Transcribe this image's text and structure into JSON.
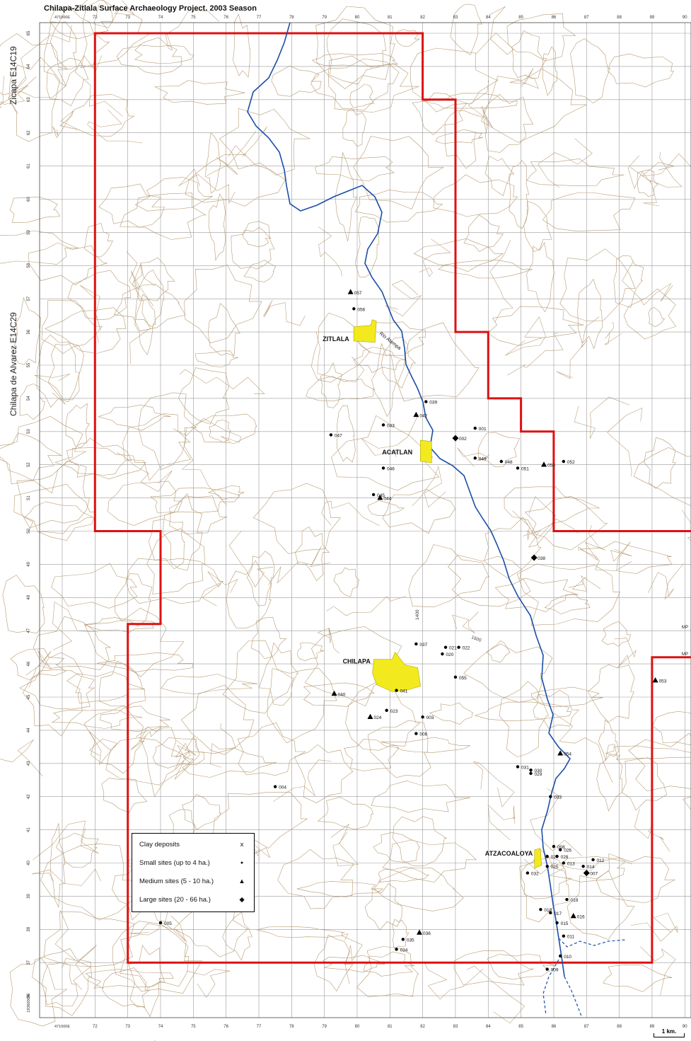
{
  "title": "Chilapa-Zitlala Surface Archaeology Project. 2003 Season",
  "side_labels": {
    "upper": "Zicapa E14C19",
    "lower": "Chilapa de Alvarez E14C29"
  },
  "grid": {
    "easting_labels": [
      "71",
      "72",
      "73",
      "74",
      "75",
      "76",
      "77",
      "78",
      "79",
      "80",
      "81",
      "82",
      "83",
      "84",
      "85",
      "86",
      "87",
      "88",
      "89",
      "90"
    ],
    "easting_prefix_label": "471000E",
    "northing_labels": [
      "65",
      "64",
      "63",
      "62",
      "61",
      "60",
      "59",
      "58",
      "57",
      "56",
      "55",
      "54",
      "53",
      "52",
      "51",
      "50",
      "49",
      "48",
      "47",
      "46",
      "45",
      "44",
      "43",
      "42",
      "41",
      "40",
      "39",
      "38",
      "37",
      "36"
    ],
    "northing_prefix_label": "1936000N"
  },
  "towns": [
    {
      "name": "ZITLALA",
      "e": 80.2,
      "n": 55.9
    },
    {
      "name": "ACATLAN",
      "e": 82.1,
      "n": 52.4
    },
    {
      "name": "CHILAPA",
      "e": 81.2,
      "n": 45.5
    },
    {
      "name": "ATZACOALOYA",
      "e": 85.5,
      "n": 40.1
    }
  ],
  "river": {
    "name": "Río Atempa"
  },
  "contour_labels": [
    "1400",
    "1500"
  ],
  "sites": [
    {
      "id": "057",
      "type": "medium",
      "e": 79.8,
      "n": 57.2
    },
    {
      "id": "056",
      "type": "small",
      "e": 79.9,
      "n": 56.7
    },
    {
      "id": "039",
      "type": "small",
      "e": 82.1,
      "n": 53.9
    },
    {
      "id": "042",
      "type": "medium",
      "e": 81.8,
      "n": 53.5
    },
    {
      "id": "043",
      "type": "small",
      "e": 80.8,
      "n": 53.2
    },
    {
      "id": "047",
      "type": "small",
      "e": 79.2,
      "n": 52.9
    },
    {
      "id": "001",
      "type": "small",
      "e": 83.6,
      "n": 53.1
    },
    {
      "id": "002",
      "type": "large",
      "e": 83.0,
      "n": 52.8
    },
    {
      "id": "049",
      "type": "small",
      "e": 83.6,
      "n": 52.2
    },
    {
      "id": "048",
      "type": "small",
      "e": 84.4,
      "n": 52.1
    },
    {
      "id": "051",
      "type": "small",
      "e": 84.9,
      "n": 51.9
    },
    {
      "id": "050",
      "type": "medium",
      "e": 85.7,
      "n": 52.0
    },
    {
      "id": "052",
      "type": "small",
      "e": 86.3,
      "n": 52.1
    },
    {
      "id": "046",
      "type": "small",
      "e": 80.8,
      "n": 51.9
    },
    {
      "id": "045",
      "type": "small",
      "e": 80.5,
      "n": 51.1
    },
    {
      "id": "044",
      "type": "medium",
      "e": 80.7,
      "n": 51.0
    },
    {
      "id": "038",
      "type": "large",
      "e": 85.4,
      "n": 49.2
    },
    {
      "id": "037",
      "type": "small",
      "e": 81.8,
      "n": 46.6
    },
    {
      "id": "021",
      "type": "small",
      "e": 82.7,
      "n": 46.5
    },
    {
      "id": "022",
      "type": "small",
      "e": 83.1,
      "n": 46.5
    },
    {
      "id": "020",
      "type": "small",
      "e": 82.6,
      "n": 46.3
    },
    {
      "id": "055",
      "type": "small",
      "e": 83.0,
      "n": 45.6
    },
    {
      "id": "041",
      "type": "small",
      "e": 81.2,
      "n": 45.2
    },
    {
      "id": "040",
      "type": "medium",
      "e": 79.3,
      "n": 45.1
    },
    {
      "id": "023",
      "type": "small",
      "e": 80.9,
      "n": 44.6
    },
    {
      "id": "024",
      "type": "medium",
      "e": 80.4,
      "n": 44.4
    },
    {
      "id": "003",
      "type": "small",
      "e": 82.0,
      "n": 44.4
    },
    {
      "id": "006",
      "type": "small",
      "e": 81.8,
      "n": 43.9
    },
    {
      "id": "053",
      "type": "medium",
      "e": 89.1,
      "n": 45.5
    },
    {
      "id": "054",
      "type": "medium",
      "e": 86.2,
      "n": 43.3
    },
    {
      "id": "031",
      "type": "small",
      "e": 84.9,
      "n": 42.9
    },
    {
      "id": "030",
      "type": "small",
      "e": 85.3,
      "n": 42.8
    },
    {
      "id": "029",
      "type": "small",
      "e": 85.3,
      "n": 42.7
    },
    {
      "id": "033",
      "type": "small",
      "e": 85.9,
      "n": 42.0
    },
    {
      "id": "004",
      "type": "small",
      "e": 77.5,
      "n": 42.3
    },
    {
      "id": "008",
      "type": "small",
      "e": 86.0,
      "n": 40.5
    },
    {
      "id": "026",
      "type": "small",
      "e": 86.2,
      "n": 40.4
    },
    {
      "id": "027",
      "type": "small",
      "e": 85.8,
      "n": 40.2
    },
    {
      "id": "028",
      "type": "small",
      "e": 86.1,
      "n": 40.2
    },
    {
      "id": "013",
      "type": "small",
      "e": 86.3,
      "n": 40.0
    },
    {
      "id": "012",
      "type": "small",
      "e": 87.2,
      "n": 40.1
    },
    {
      "id": "014",
      "type": "small",
      "e": 86.9,
      "n": 39.9
    },
    {
      "id": "007",
      "type": "large",
      "e": 87.0,
      "n": 39.7
    },
    {
      "id": "025",
      "type": "small",
      "e": 85.8,
      "n": 39.9
    },
    {
      "id": "032",
      "type": "small",
      "e": 85.2,
      "n": 39.7
    },
    {
      "id": "019",
      "type": "small",
      "e": 86.4,
      "n": 38.9
    },
    {
      "id": "018",
      "type": "small",
      "e": 85.6,
      "n": 38.6
    },
    {
      "id": "017",
      "type": "small",
      "e": 85.9,
      "n": 38.5
    },
    {
      "id": "016",
      "type": "medium",
      "e": 86.6,
      "n": 38.4
    },
    {
      "id": "015",
      "type": "small",
      "e": 86.1,
      "n": 38.2
    },
    {
      "id": "011",
      "type": "small",
      "e": 86.3,
      "n": 37.8
    },
    {
      "id": "010",
      "type": "small",
      "e": 86.2,
      "n": 37.2
    },
    {
      "id": "009",
      "type": "small",
      "e": 85.8,
      "n": 36.8
    },
    {
      "id": "005",
      "type": "small",
      "e": 74.0,
      "n": 38.2
    },
    {
      "id": "036",
      "type": "medium",
      "e": 81.9,
      "n": 37.9
    },
    {
      "id": "035",
      "type": "small",
      "e": 81.4,
      "n": 37.7
    },
    {
      "id": "034",
      "type": "small",
      "e": 81.2,
      "n": 37.4
    }
  ],
  "edge_labels": [
    "MP",
    "MP"
  ],
  "legend": {
    "items": [
      {
        "label": "Clay deposits",
        "symbol": "x"
      },
      {
        "label": "Small sites (up to 4 ha.)",
        "symbol": "●"
      },
      {
        "label": "Medium sites (5 - 10 ha.)",
        "symbol": "▲"
      },
      {
        "label": "Large sites (20 - 66 ha.)",
        "symbol": "◆"
      }
    ]
  },
  "scale_bar": {
    "label": "1 km."
  },
  "colors": {
    "boundary": "#dd1111",
    "river": "#1a4ea8",
    "contour": "#b79a73",
    "grid": "#9a9a9a",
    "town": "#f2ea1e",
    "site": "#000000"
  }
}
